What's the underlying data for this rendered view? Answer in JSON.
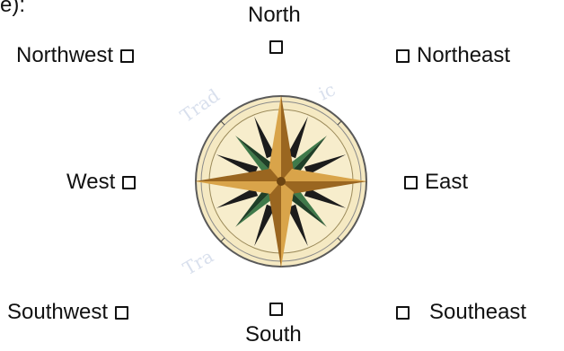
{
  "header": {
    "partial_text": "e):"
  },
  "directions": {
    "north": "North",
    "northwest": "Northwest",
    "northeast": "Northeast",
    "west": "West",
    "east": "East",
    "southwest": "Southwest",
    "southeast": "Southeast",
    "south": "South"
  },
  "checkbox_glyph": "square-checkbox-icon",
  "compass_image": {
    "icon": "compass-rose-icon",
    "watermark": "Traditional"
  },
  "colors": {
    "compass_face": "#f5e9c2",
    "compass_gold": "#c8902f",
    "compass_dark": "#1c1c1c",
    "compass_green": "#3f7a4a",
    "watermark": "#c9d3e6"
  }
}
